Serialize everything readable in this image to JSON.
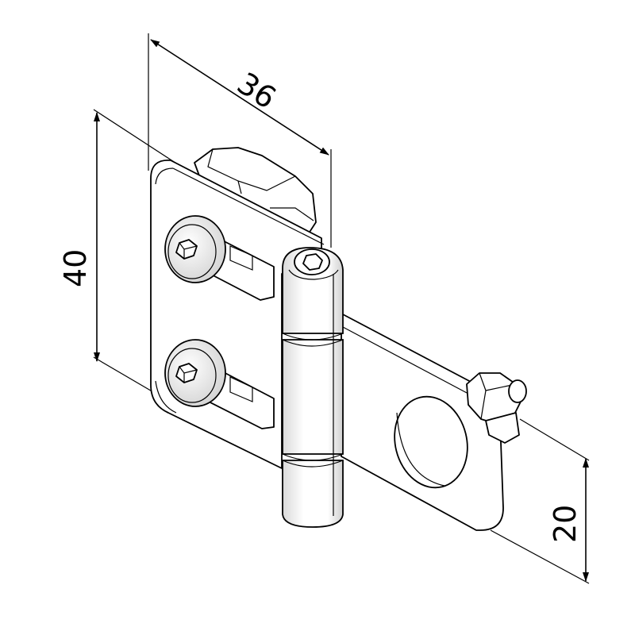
{
  "dimensions": {
    "width_top": "36",
    "height_left": "40",
    "height_right": "20"
  },
  "colors": {
    "line": "#000000",
    "background": "#ffffff",
    "surface_light": "#ffffff",
    "surface_shade": "#d9d9d9"
  }
}
